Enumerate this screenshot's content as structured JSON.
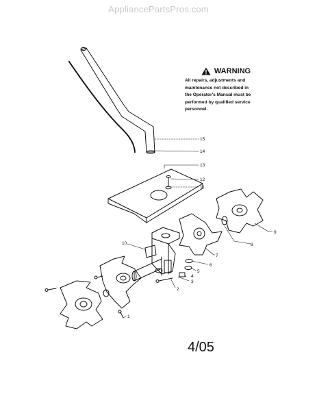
{
  "watermark": "AppliancePartsPros.com",
  "warning": {
    "title": "WARNING",
    "lines": [
      "All repairs, adjustments and",
      "maintenance not described in",
      "the Operator's Manual must be",
      "performed by qualified service",
      "personnel."
    ]
  },
  "callouts": [
    "15",
    "14",
    "13",
    "12",
    "11",
    "9",
    "8",
    "7",
    "10",
    "6",
    "5",
    "4",
    "3",
    "2",
    "1"
  ],
  "date_stamp": "4/05"
}
